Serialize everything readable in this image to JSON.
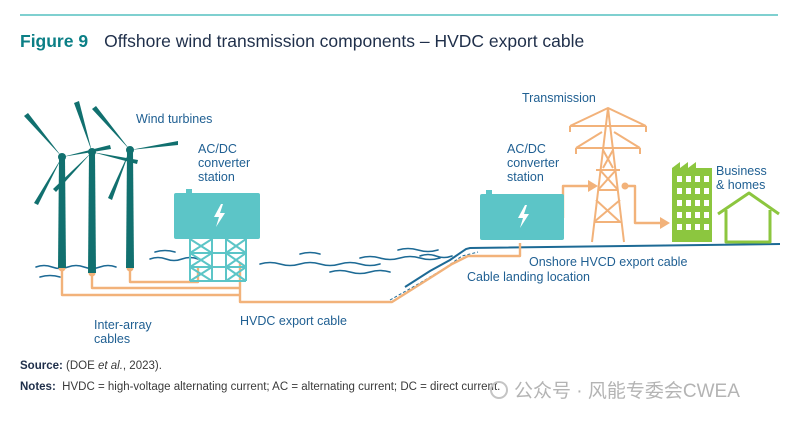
{
  "figure": {
    "number": "Figure 9",
    "title": "Offshore wind transmission components – HVDC export cable"
  },
  "labels": {
    "wind_turbines": "Wind turbines",
    "offshore_converter": [
      "AC/DC",
      "converter",
      "station"
    ],
    "onshore_converter": [
      "AC/DC",
      "converter",
      "station"
    ],
    "transmission": "Transmission",
    "business_homes": [
      "Business",
      "& homes"
    ],
    "inter_array": [
      "Inter-array",
      "cables"
    ],
    "hvdc_export": "HVDC export cable",
    "onshore_hvcd": "Onshore HVCD export cable",
    "cable_landing": "Cable landing location"
  },
  "source": {
    "label": "Source:",
    "text_before": "(DOE ",
    "text_italic": "et al.",
    "text_after": ", 2023)."
  },
  "notes": {
    "label": "Notes:",
    "text": "HVDC = high-voltage alternating current; AC = alternating current; DC = direct current."
  },
  "watermark": "公众号 · 风能专委会CWEA",
  "colors": {
    "teal_accent": "#0b7f86",
    "turbine": "#11706f",
    "converter": "#5cc5c7",
    "cable": "#f2b27a",
    "green": "#8cc63f",
    "water": "#1d6a95",
    "label_blue": "#1f5f92"
  }
}
